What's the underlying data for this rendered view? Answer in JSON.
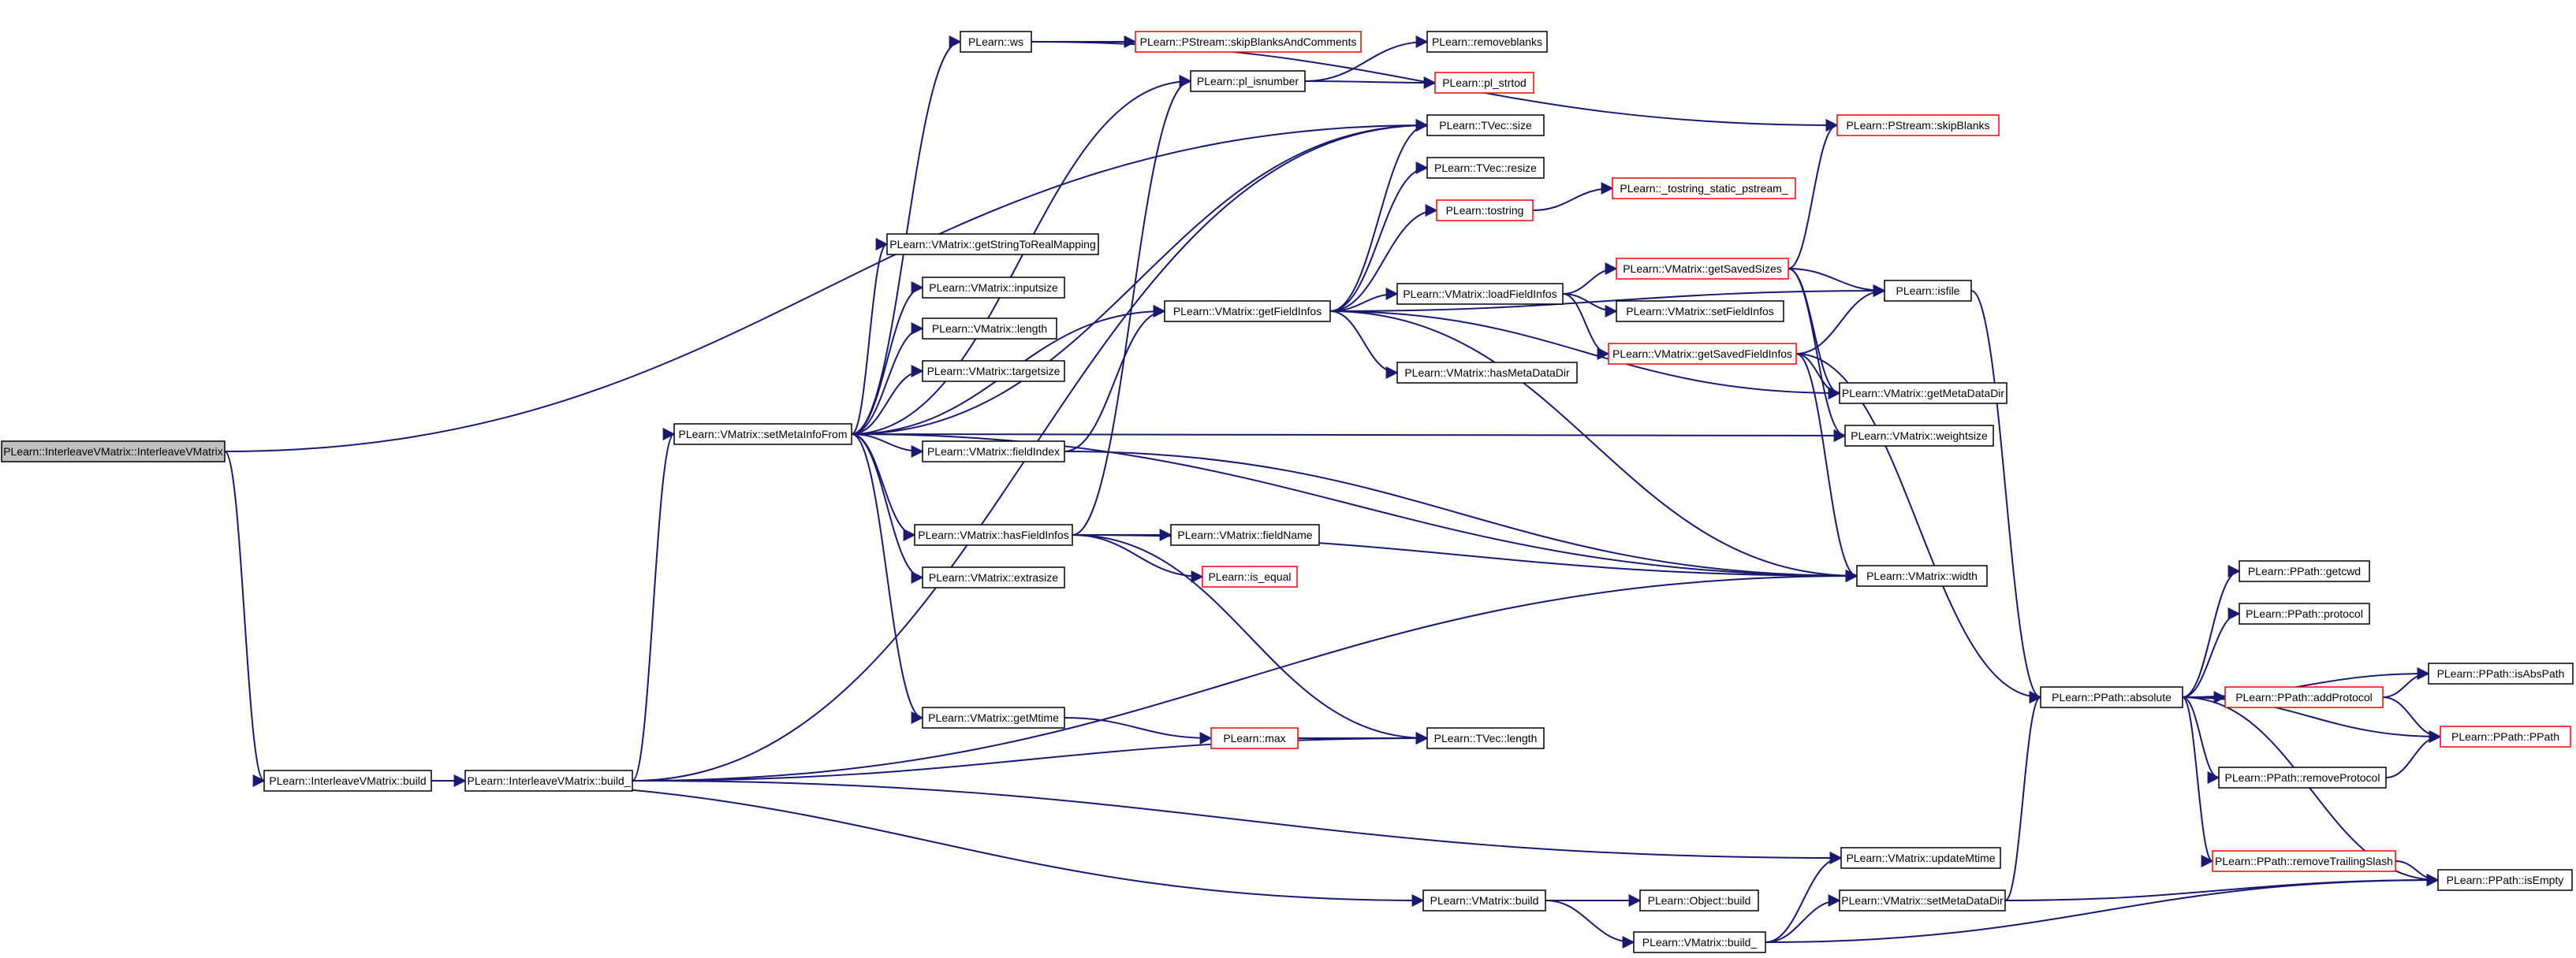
{
  "diagram": {
    "title": "",
    "colors": {
      "edge": "#191970",
      "border_default": "#000000",
      "border_truncated": "#ff0000",
      "root_fill": "#bfbfbf"
    },
    "nodes": [
      {
        "id": "root",
        "label": "PLearn::InterleaveVMatrix::InterleaveVMatrix",
        "style": "root"
      },
      {
        "id": "build",
        "label": "PLearn::InterleaveVMatrix::build",
        "style": "black"
      },
      {
        "id": "build_",
        "label": "PLearn::InterleaveVMatrix::build_",
        "style": "black"
      },
      {
        "id": "setMetaInfoFrom",
        "label": "PLearn::VMatrix::setMetaInfoFrom",
        "style": "black"
      },
      {
        "id": "ws",
        "label": "PLearn::ws",
        "style": "black"
      },
      {
        "id": "skipBlanksAndComments",
        "label": "PLearn::PStream::skipBlanksAndComments",
        "style": "red"
      },
      {
        "id": "pl_isnumber",
        "label": "PLearn::pl_isnumber",
        "style": "black"
      },
      {
        "id": "removeblanks",
        "label": "PLearn::removeblanks",
        "style": "black"
      },
      {
        "id": "pl_strtod",
        "label": "PLearn::pl_strtod",
        "style": "red"
      },
      {
        "id": "tvec_size",
        "label": "PLearn::TVec::size",
        "style": "black"
      },
      {
        "id": "skipBlanks",
        "label": "PLearn::PStream::skipBlanks",
        "style": "red"
      },
      {
        "id": "tvec_resize",
        "label": "PLearn::TVec::resize",
        "style": "black"
      },
      {
        "id": "tostring",
        "label": "PLearn::tostring",
        "style": "red"
      },
      {
        "id": "tostring_static",
        "label": "PLearn::_tostring_static_pstream_",
        "style": "red"
      },
      {
        "id": "getStringToRealMapping",
        "label": "PLearn::VMatrix::getStringToRealMapping",
        "style": "black"
      },
      {
        "id": "inputsize",
        "label": "PLearn::VMatrix::inputsize",
        "style": "black"
      },
      {
        "id": "length",
        "label": "PLearn::VMatrix::length",
        "style": "black"
      },
      {
        "id": "targetsize",
        "label": "PLearn::VMatrix::targetsize",
        "style": "black"
      },
      {
        "id": "getFieldInfos",
        "label": "PLearn::VMatrix::getFieldInfos",
        "style": "black"
      },
      {
        "id": "loadFieldInfos",
        "label": "PLearn::VMatrix::loadFieldInfos",
        "style": "black"
      },
      {
        "id": "getSavedSizes",
        "label": "PLearn::VMatrix::getSavedSizes",
        "style": "red"
      },
      {
        "id": "isfile",
        "label": "PLearn::isfile",
        "style": "black"
      },
      {
        "id": "setFieldInfos",
        "label": "PLearn::VMatrix::setFieldInfos",
        "style": "black"
      },
      {
        "id": "getSavedFieldInfos",
        "label": "PLearn::VMatrix::getSavedFieldInfos",
        "style": "red"
      },
      {
        "id": "hasMetaDataDir",
        "label": "PLearn::VMatrix::hasMetaDataDir",
        "style": "black"
      },
      {
        "id": "getMetaDataDir",
        "label": "PLearn::VMatrix::getMetaDataDir",
        "style": "black"
      },
      {
        "id": "fieldIndex",
        "label": "PLearn::VMatrix::fieldIndex",
        "style": "black"
      },
      {
        "id": "weightsize",
        "label": "PLearn::VMatrix::weightsize",
        "style": "black"
      },
      {
        "id": "hasFieldInfos",
        "label": "PLearn::VMatrix::hasFieldInfos",
        "style": "black"
      },
      {
        "id": "fieldName",
        "label": "PLearn::VMatrix::fieldName",
        "style": "black"
      },
      {
        "id": "is_equal",
        "label": "PLearn::is_equal",
        "style": "red"
      },
      {
        "id": "width",
        "label": "PLearn::VMatrix::width",
        "style": "black"
      },
      {
        "id": "extrasize",
        "label": "PLearn::VMatrix::extrasize",
        "style": "black"
      },
      {
        "id": "getMtime",
        "label": "PLearn::VMatrix::getMtime",
        "style": "black"
      },
      {
        "id": "max",
        "label": "PLearn::max",
        "style": "red"
      },
      {
        "id": "tvec_length",
        "label": "PLearn::TVec::length",
        "style": "black"
      },
      {
        "id": "updateMtime",
        "label": "PLearn::VMatrix::updateMtime",
        "style": "black"
      },
      {
        "id": "vm_build",
        "label": "PLearn::VMatrix::build",
        "style": "black"
      },
      {
        "id": "object_build",
        "label": "PLearn::Object::build",
        "style": "black"
      },
      {
        "id": "vm_build_",
        "label": "PLearn::VMatrix::build_",
        "style": "black"
      },
      {
        "id": "setMetaDataDir",
        "label": "PLearn::VMatrix::setMetaDataDir",
        "style": "black"
      },
      {
        "id": "absolute",
        "label": "PLearn::PPath::absolute",
        "style": "black"
      },
      {
        "id": "getcwd",
        "label": "PLearn::PPath::getcwd",
        "style": "black"
      },
      {
        "id": "protocol",
        "label": "PLearn::PPath::protocol",
        "style": "black"
      },
      {
        "id": "isAbsPath",
        "label": "PLearn::PPath::isAbsPath",
        "style": "black"
      },
      {
        "id": "addProtocol",
        "label": "PLearn::PPath::addProtocol",
        "style": "red"
      },
      {
        "id": "ppath",
        "label": "PLearn::PPath::PPath",
        "style": "red"
      },
      {
        "id": "removeProtocol",
        "label": "PLearn::PPath::removeProtocol",
        "style": "black"
      },
      {
        "id": "removeTrailingSlash",
        "label": "PLearn::PPath::removeTrailingSlash",
        "style": "red"
      },
      {
        "id": "isEmpty",
        "label": "PLearn::PPath::isEmpty",
        "style": "black"
      }
    ],
    "edges": [
      [
        "root",
        "tvec_size"
      ],
      [
        "root",
        "build"
      ],
      [
        "build",
        "build_"
      ],
      [
        "build",
        "vm_build"
      ],
      [
        "build_",
        "setMetaInfoFrom"
      ],
      [
        "build_",
        "tvec_size"
      ],
      [
        "build_",
        "tvec_length"
      ],
      [
        "build_",
        "width"
      ],
      [
        "build_",
        "updateMtime"
      ],
      [
        "setMetaInfoFrom",
        "ws"
      ],
      [
        "setMetaInfoFrom",
        "pl_isnumber"
      ],
      [
        "setMetaInfoFrom",
        "tvec_size"
      ],
      [
        "setMetaInfoFrom",
        "getStringToRealMapping"
      ],
      [
        "setMetaInfoFrom",
        "inputsize"
      ],
      [
        "setMetaInfoFrom",
        "length"
      ],
      [
        "setMetaInfoFrom",
        "targetsize"
      ],
      [
        "setMetaInfoFrom",
        "getFieldInfos"
      ],
      [
        "setMetaInfoFrom",
        "fieldIndex"
      ],
      [
        "setMetaInfoFrom",
        "weightsize"
      ],
      [
        "setMetaInfoFrom",
        "hasFieldInfos"
      ],
      [
        "setMetaInfoFrom",
        "extrasize"
      ],
      [
        "setMetaInfoFrom",
        "width"
      ],
      [
        "setMetaInfoFrom",
        "getMtime"
      ],
      [
        "ws",
        "skipBlanksAndComments"
      ],
      [
        "ws",
        "skipBlanks"
      ],
      [
        "pl_isnumber",
        "removeblanks"
      ],
      [
        "pl_isnumber",
        "pl_strtod"
      ],
      [
        "getFieldInfos",
        "tvec_size"
      ],
      [
        "getFieldInfos",
        "tvec_resize"
      ],
      [
        "getFieldInfos",
        "tostring"
      ],
      [
        "getFieldInfos",
        "loadFieldInfos"
      ],
      [
        "getFieldInfos",
        "hasMetaDataDir"
      ],
      [
        "getFieldInfos",
        "isfile"
      ],
      [
        "getFieldInfos",
        "getMetaDataDir"
      ],
      [
        "getFieldInfos",
        "width"
      ],
      [
        "tostring",
        "tostring_static"
      ],
      [
        "loadFieldInfos",
        "getSavedSizes"
      ],
      [
        "loadFieldInfos",
        "setFieldInfos"
      ],
      [
        "loadFieldInfos",
        "getSavedFieldInfos"
      ],
      [
        "getSavedSizes",
        "skipBlanks"
      ],
      [
        "getSavedSizes",
        "isfile"
      ],
      [
        "getSavedSizes",
        "getMetaDataDir"
      ],
      [
        "getSavedSizes",
        "weightsize"
      ],
      [
        "getSavedFieldInfos",
        "isfile"
      ],
      [
        "getSavedFieldInfos",
        "getMetaDataDir"
      ],
      [
        "getSavedFieldInfos",
        "width"
      ],
      [
        "getSavedFieldInfos",
        "absolute"
      ],
      [
        "isfile",
        "absolute"
      ],
      [
        "fieldIndex",
        "getFieldInfos"
      ],
      [
        "fieldIndex",
        "width"
      ],
      [
        "hasFieldInfos",
        "pl_isnumber"
      ],
      [
        "hasFieldInfos",
        "fieldName"
      ],
      [
        "hasFieldInfos",
        "is_equal"
      ],
      [
        "hasFieldInfos",
        "width"
      ],
      [
        "hasFieldInfos",
        "tvec_length"
      ],
      [
        "getMtime",
        "max"
      ],
      [
        "max",
        "tvec_length"
      ],
      [
        "vm_build",
        "object_build"
      ],
      [
        "vm_build",
        "vm_build_"
      ],
      [
        "vm_build_",
        "updateMtime"
      ],
      [
        "vm_build_",
        "setMetaDataDir"
      ],
      [
        "vm_build_",
        "isEmpty"
      ],
      [
        "setMetaDataDir",
        "absolute"
      ],
      [
        "setMetaDataDir",
        "isEmpty"
      ],
      [
        "absolute",
        "getcwd"
      ],
      [
        "absolute",
        "protocol"
      ],
      [
        "absolute",
        "isAbsPath"
      ],
      [
        "absolute",
        "addProtocol"
      ],
      [
        "absolute",
        "ppath"
      ],
      [
        "absolute",
        "removeProtocol"
      ],
      [
        "absolute",
        "removeTrailingSlash"
      ],
      [
        "absolute",
        "isEmpty"
      ],
      [
        "addProtocol",
        "isAbsPath"
      ],
      [
        "addProtocol",
        "ppath"
      ],
      [
        "removeProtocol",
        "ppath"
      ],
      [
        "removeTrailingSlash",
        "isEmpty"
      ]
    ]
  }
}
